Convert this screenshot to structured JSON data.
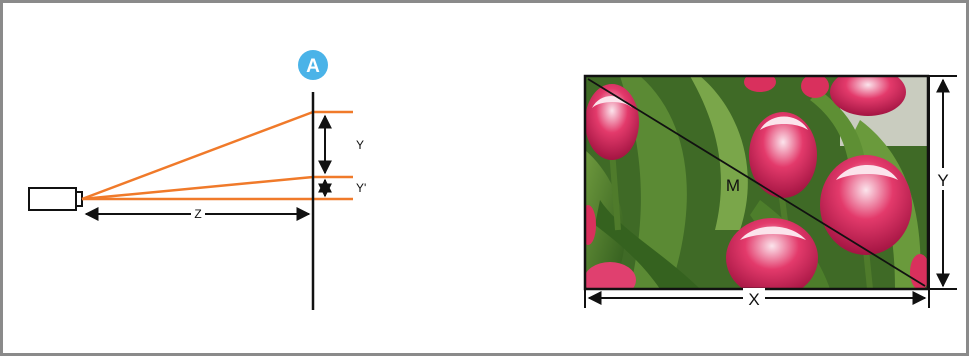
{
  "badge": {
    "letter": "A",
    "color": "#4ab3e8"
  },
  "left_diagram": {
    "ray_color": "#f07a2a",
    "labels": {
      "z": "Z",
      "y": "Y",
      "y_prime": "Y'"
    },
    "icons": [
      "camera-icon"
    ]
  },
  "right_diagram": {
    "photo": "tulips",
    "labels": {
      "m": "M",
      "x": "X",
      "y": "Y"
    }
  }
}
